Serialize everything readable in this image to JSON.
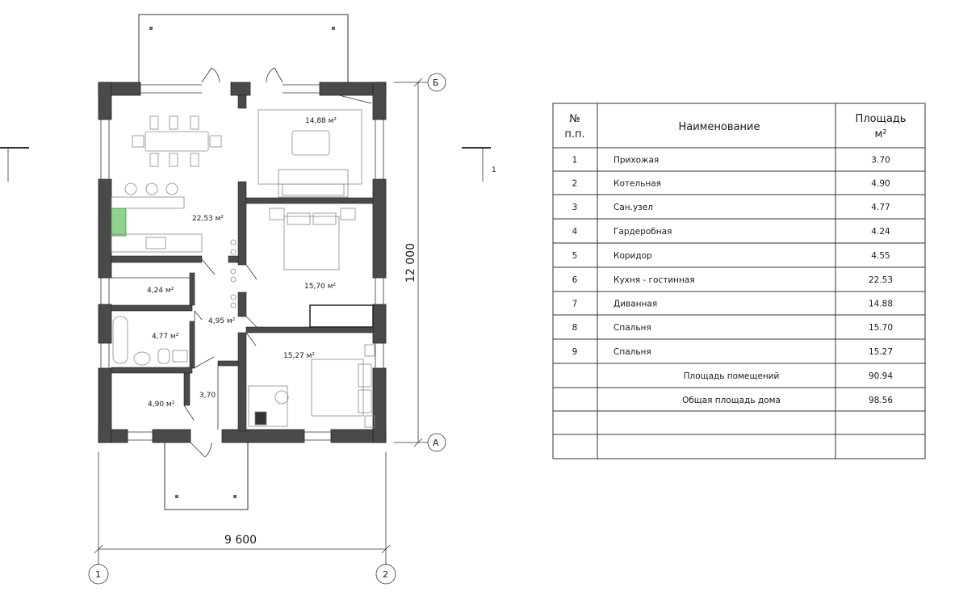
{
  "plan": {
    "rooms": [
      {
        "id": "kitchen",
        "label": "22,53 м²"
      },
      {
        "id": "sofa_room",
        "label": "14,88 м²"
      },
      {
        "id": "bedroom1",
        "label": "15,70 м²"
      },
      {
        "id": "wardrobe",
        "label": "4,24 м²"
      },
      {
        "id": "corridor",
        "label": "4,95 м²"
      },
      {
        "id": "bathroom",
        "label": "4,77 м²"
      },
      {
        "id": "bedroom2",
        "label": "15,27 м²"
      },
      {
        "id": "boiler",
        "label": "4,90 м²"
      },
      {
        "id": "hall",
        "label": "3,70"
      }
    ],
    "axes": {
      "top": "Б",
      "bottom": "А",
      "left": "1",
      "right": "2"
    },
    "dimensions": {
      "width": "9 600",
      "height": "12 000"
    },
    "section_marks": {
      "right_label": "1"
    }
  },
  "table": {
    "header": {
      "num": "№\nп.п.",
      "name": "Наименование",
      "area": "Площадь\nм²"
    },
    "header_num_line1": "№",
    "header_num_line2": "п.п.",
    "header_area_line1": "Площадь",
    "header_area_line2": "м²",
    "rows": [
      {
        "num": "1",
        "name": "Прихожая",
        "area": "3.70"
      },
      {
        "num": "2",
        "name": "Котельная",
        "area": "4.90"
      },
      {
        "num": "3",
        "name": "Сан.узел",
        "area": "4.77"
      },
      {
        "num": "4",
        "name": "Гардеробная",
        "area": "4.24"
      },
      {
        "num": "5",
        "name": "Коридор",
        "area": "4.55"
      },
      {
        "num": "6",
        "name": "Кухня - гостинная",
        "area": "22.53"
      },
      {
        "num": "7",
        "name": "Диванная",
        "area": "14.88"
      },
      {
        "num": "8",
        "name": "Спальня",
        "area": "15.70"
      },
      {
        "num": "9",
        "name": "Спальня",
        "area": "15.27"
      }
    ],
    "totals": [
      {
        "name": "Площадь помещений",
        "area": "90.94"
      },
      {
        "name": "Общая площадь дома",
        "area": "98.56"
      }
    ]
  }
}
